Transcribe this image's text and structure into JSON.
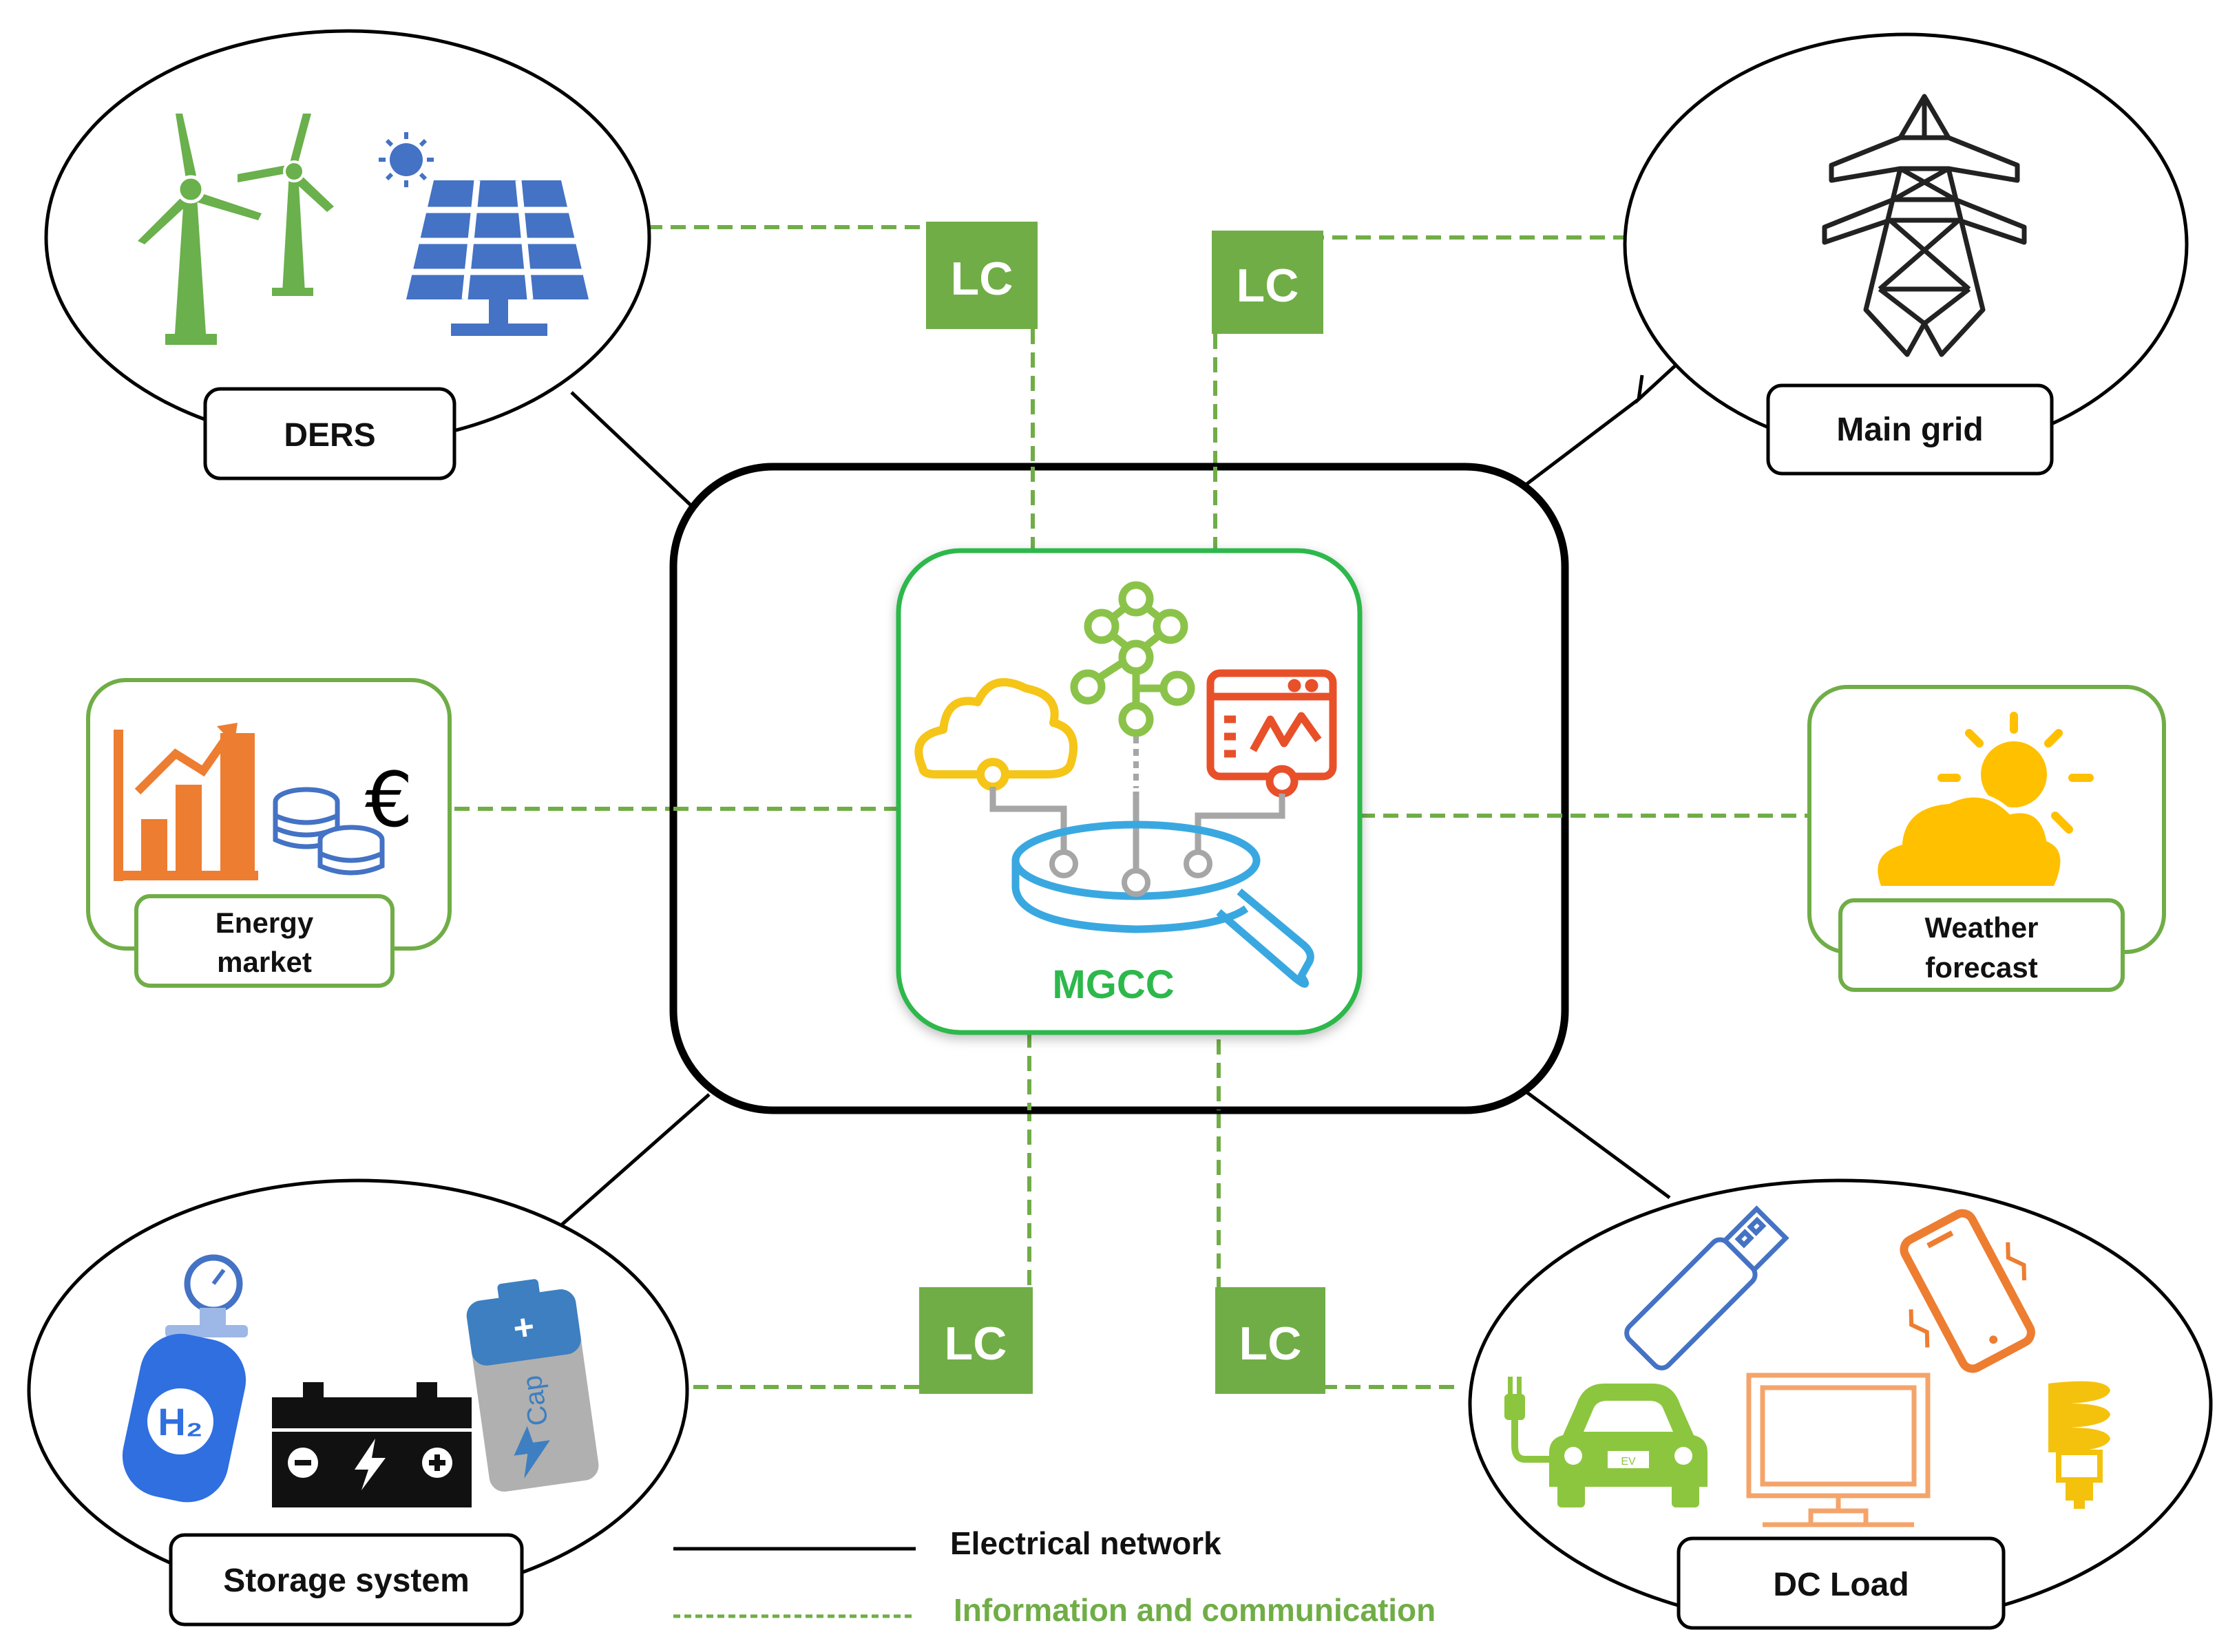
{
  "nodes": {
    "ders": {
      "label": "DERS"
    },
    "main_grid": {
      "label": "Main grid"
    },
    "energy_market": {
      "label_line1": "Energy",
      "label_line2": "market",
      "currency_symbol": "€"
    },
    "weather_forecast": {
      "label_line1": "Weather",
      "label_line2": "forecast"
    },
    "storage_system": {
      "label": "Storage system",
      "h2_text": "H₂",
      "battery_text": "Cap"
    },
    "dc_load": {
      "label": "DC Load",
      "ev_text": "EV"
    },
    "mgcc": {
      "label": "MGCC"
    }
  },
  "local_controllers": {
    "top_left": "LC",
    "top_right": "LC",
    "bottom_left": "LC",
    "bottom_right": "LC"
  },
  "legend": {
    "electrical": "Electrical network",
    "information": "Information and communication"
  },
  "colors": {
    "lc_green": "#70AD47",
    "comm_line": "#70AD47",
    "mgcc_border": "#2DB84B",
    "mgcc_text": "#2DB84B",
    "legend_info_text": "#70AD47",
    "wind_green": "#6AB04C",
    "solar_blue": "#4472C4",
    "market_orange": "#ED7D31",
    "weather_yellow": "#FFC000",
    "cloud_yellow": "#F5C518",
    "pipe_grey": "#A6A6A6",
    "lens_blue": "#3AA8E0",
    "monitor_red": "#E8502A"
  }
}
